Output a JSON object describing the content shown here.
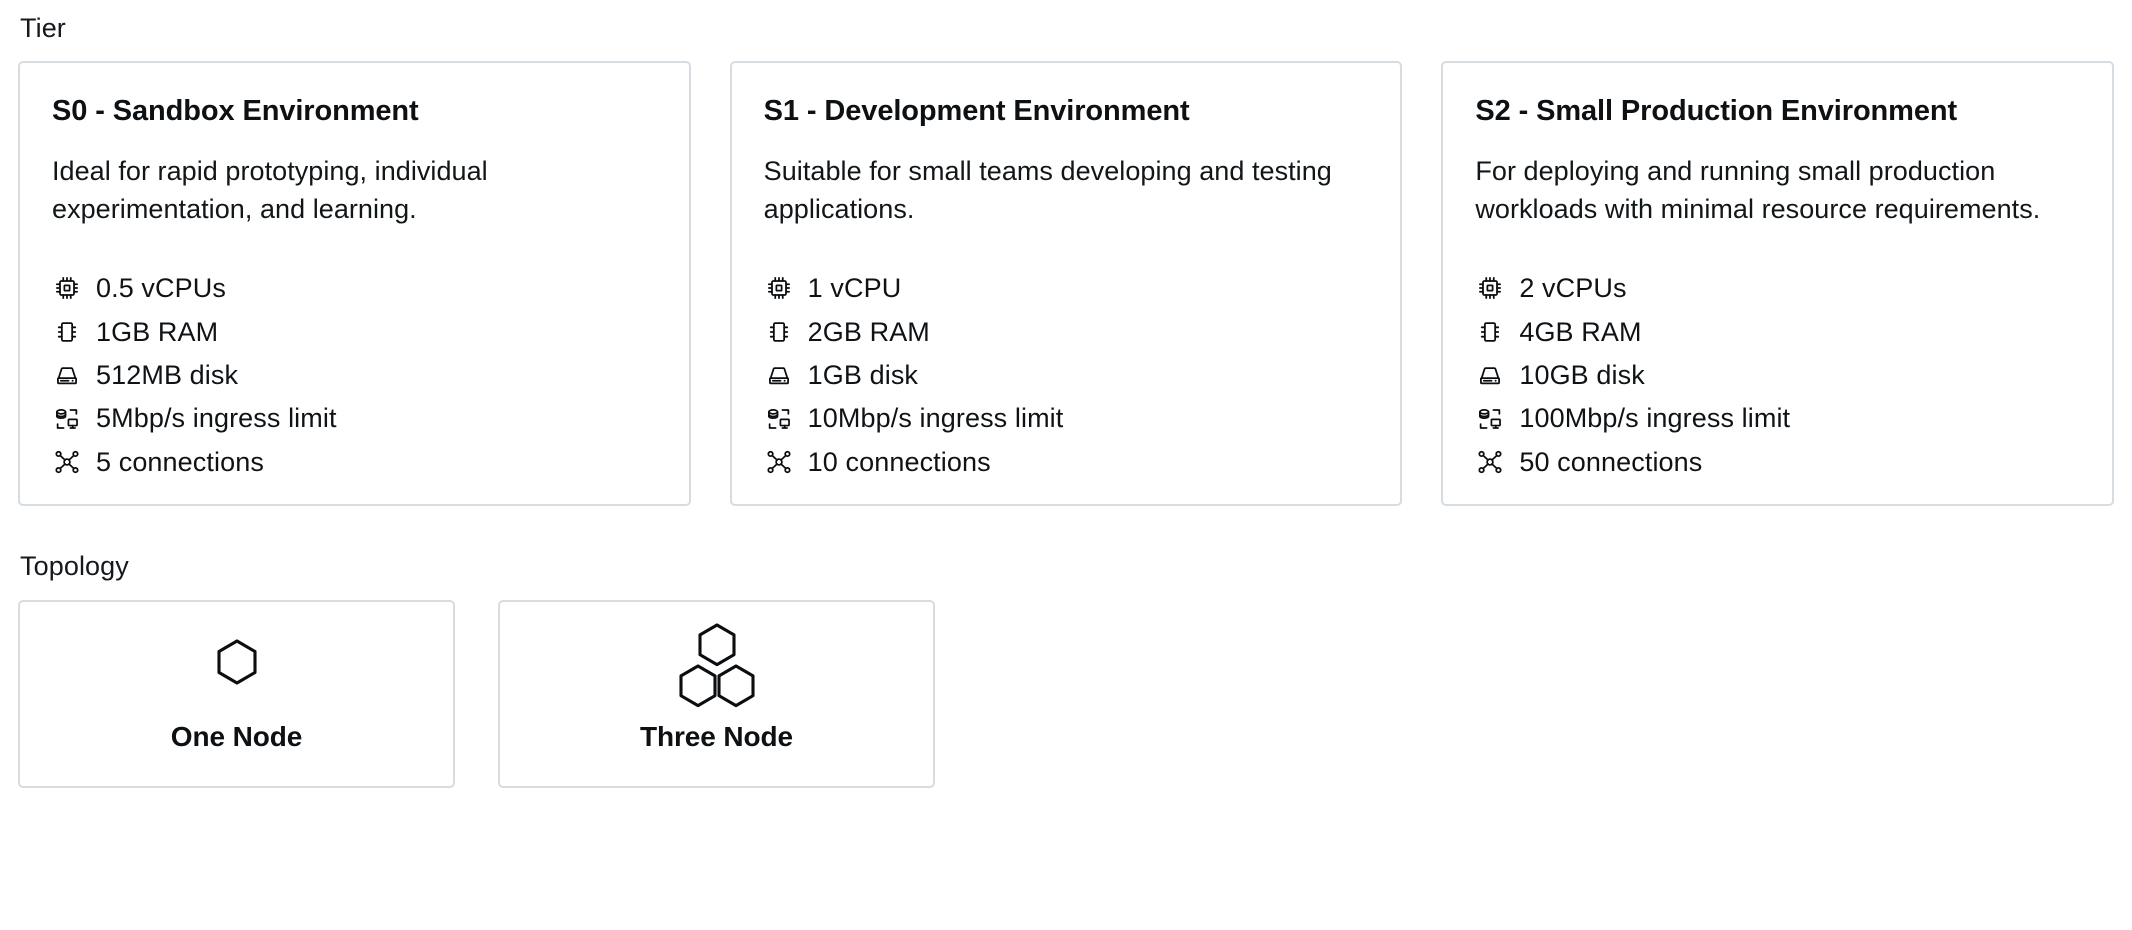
{
  "tier": {
    "label": "Tier",
    "cards": [
      {
        "title": "S0 - Sandbox Environment",
        "description": "Ideal for rapid prototyping, individual experimentation, and learning.",
        "specs": [
          {
            "icon": "cpu-icon",
            "text": "0.5 vCPUs"
          },
          {
            "icon": "ram-icon",
            "text": "1GB RAM"
          },
          {
            "icon": "disk-icon",
            "text": "512MB disk"
          },
          {
            "icon": "network-ingress-icon",
            "text": "5Mbp/s ingress limit"
          },
          {
            "icon": "connections-icon",
            "text": "5 connections"
          }
        ]
      },
      {
        "title": "S1 - Development Environment",
        "description": "Suitable for small teams developing and testing applications.",
        "specs": [
          {
            "icon": "cpu-icon",
            "text": "1 vCPU"
          },
          {
            "icon": "ram-icon",
            "text": "2GB RAM"
          },
          {
            "icon": "disk-icon",
            "text": "1GB disk"
          },
          {
            "icon": "network-ingress-icon",
            "text": "10Mbp/s ingress limit"
          },
          {
            "icon": "connections-icon",
            "text": "10 connections"
          }
        ]
      },
      {
        "title": "S2 - Small Production Environment",
        "description": "For deploying and running small production workloads with minimal resource requirements.",
        "specs": [
          {
            "icon": "cpu-icon",
            "text": "2 vCPUs"
          },
          {
            "icon": "ram-icon",
            "text": "4GB RAM"
          },
          {
            "icon": "disk-icon",
            "text": "10GB disk"
          },
          {
            "icon": "network-ingress-icon",
            "text": "100Mbp/s ingress limit"
          },
          {
            "icon": "connections-icon",
            "text": "50 connections"
          }
        ]
      }
    ]
  },
  "topology": {
    "label": "Topology",
    "options": [
      {
        "label": "One Node",
        "icon": "single-hexagon-icon"
      },
      {
        "label": "Three Node",
        "icon": "triple-hexagon-icon"
      }
    ]
  },
  "colors": {
    "card_border": "#d5dde2",
    "text": "#101418",
    "background": "#ffffff"
  }
}
